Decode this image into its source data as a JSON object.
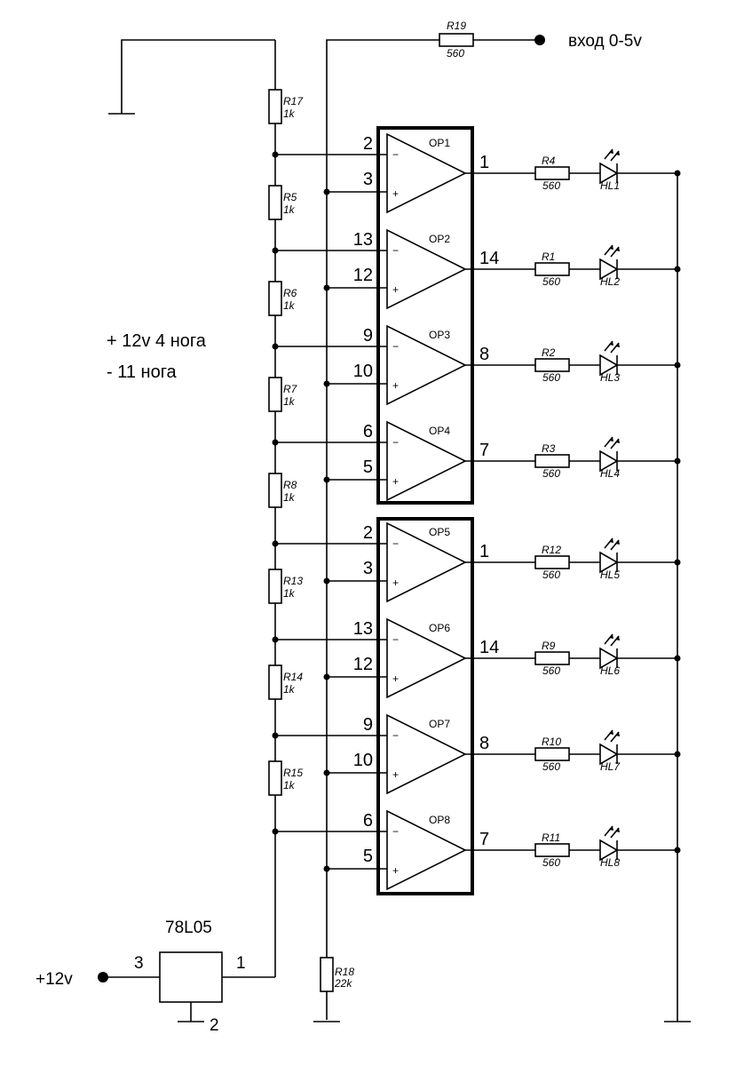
{
  "labels": {
    "input": "вход 0-5v",
    "power_in": "+12v",
    "note_line1": "+ 12v 4 нога",
    "note_line2": "- 11 нога",
    "regulator": "78L05",
    "reg_pin_in": "3",
    "reg_pin_out": "1",
    "reg_pin_gnd": "2"
  },
  "resistor_r19": {
    "name": "R19",
    "value": "560"
  },
  "resistor_r18": {
    "name": "R18",
    "value": "22k"
  },
  "ladder": [
    {
      "name": "R17",
      "value": "1k"
    },
    {
      "name": "R5",
      "value": "1k"
    },
    {
      "name": "R6",
      "value": "1k"
    },
    {
      "name": "R7",
      "value": "1k"
    },
    {
      "name": "R8",
      "value": "1k"
    },
    {
      "name": "R13",
      "value": "1k"
    },
    {
      "name": "R14",
      "value": "1k"
    },
    {
      "name": "R15",
      "value": "1k"
    }
  ],
  "stages": [
    {
      "op": "OP1",
      "pin_minus": "2",
      "pin_plus": "3",
      "pin_out": "1",
      "res": "R4",
      "res_value": "560",
      "led": "HL1"
    },
    {
      "op": "OP2",
      "pin_minus": "13",
      "pin_plus": "12",
      "pin_out": "14",
      "res": "R1",
      "res_value": "560",
      "led": "HL2"
    },
    {
      "op": "OP3",
      "pin_minus": "9",
      "pin_plus": "10",
      "pin_out": "8",
      "res": "R2",
      "res_value": "560",
      "led": "HL3"
    },
    {
      "op": "OP4",
      "pin_minus": "6",
      "pin_plus": "5",
      "pin_out": "7",
      "res": "R3",
      "res_value": "560",
      "led": "HL4"
    },
    {
      "op": "OP5",
      "pin_minus": "2",
      "pin_plus": "3",
      "pin_out": "1",
      "res": "R12",
      "res_value": "560",
      "led": "HL5"
    },
    {
      "op": "OP6",
      "pin_minus": "13",
      "pin_plus": "12",
      "pin_out": "14",
      "res": "R9",
      "res_value": "560",
      "led": "HL6"
    },
    {
      "op": "OP7",
      "pin_minus": "9",
      "pin_plus": "10",
      "pin_out": "8",
      "res": "R10",
      "res_value": "560",
      "led": "HL7"
    },
    {
      "op": "OP8",
      "pin_minus": "6",
      "pin_plus": "5",
      "pin_out": "7",
      "res": "R11",
      "res_value": "560",
      "led": "HL8"
    }
  ]
}
